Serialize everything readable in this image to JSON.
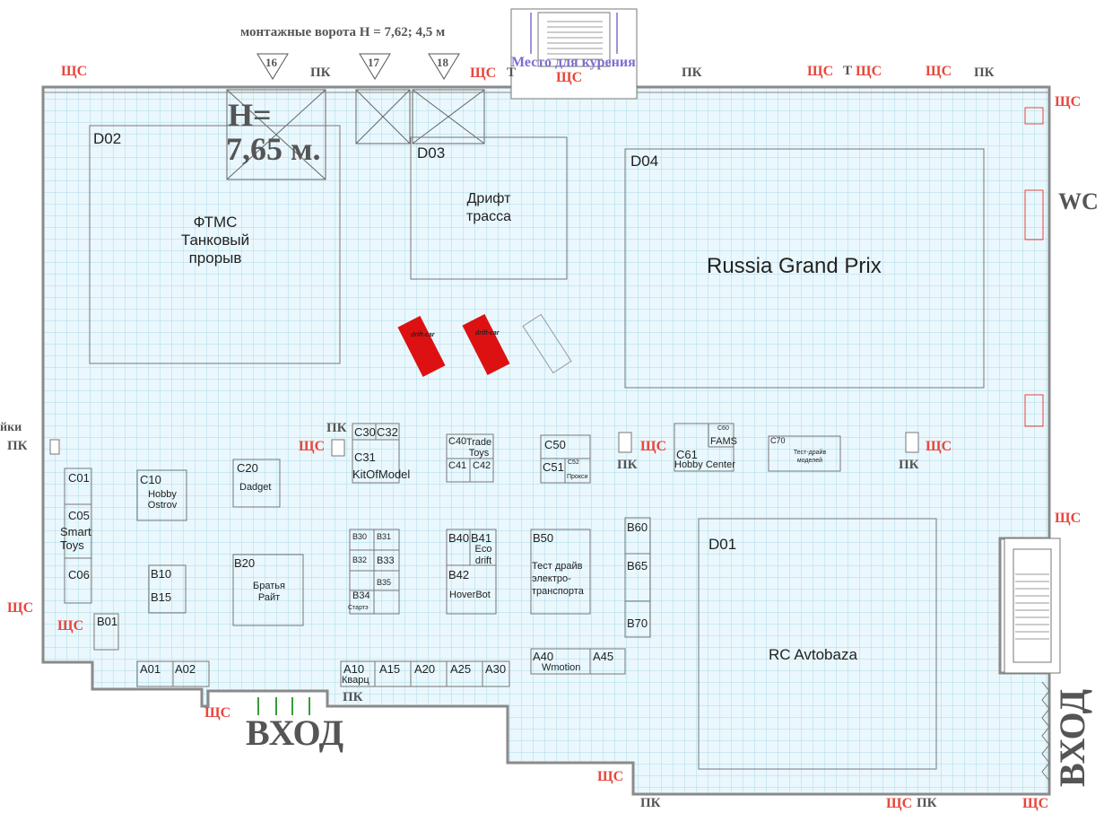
{
  "header": {
    "gate_note": "монтажные ворота H = 7,62; 4,5 м",
    "smoking": "Место для курения",
    "gates": [
      "16",
      "17",
      "18"
    ],
    "height_a": "H=",
    "height_b": "7,65 м."
  },
  "marks": {
    "shc": "ЩС",
    "pk": "ПК",
    "t": "Т",
    "wc": "WC",
    "entrance": "ВХОД",
    "cut_left": "йки"
  },
  "zones": {
    "d02": {
      "code": "D02",
      "lines": [
        "ФТМС",
        "Танковый",
        "прорыв"
      ]
    },
    "d03": {
      "code": "D03",
      "lines": [
        "Дрифт",
        "трасса"
      ]
    },
    "d04": {
      "code": "D04",
      "name": "Russia Grand Prix"
    },
    "d01": {
      "code": "D01",
      "name": "RC Avtobaza"
    }
  },
  "cars": [
    "drift-car",
    "drift-car"
  ],
  "stands": {
    "c01": "C01",
    "c05": "C05",
    "c05_name": [
      "Smart",
      "Toys"
    ],
    "c06": "C06",
    "c10": "C10",
    "c10_name": [
      "Hobby",
      "Ostrov"
    ],
    "c20": "C20",
    "c20_name": "Dadget",
    "c30": "C30",
    "c32": "C32",
    "c31": "C31",
    "c31_name": "KitOfModel",
    "c40": "C40",
    "c40_name": [
      "Trade",
      "Toys"
    ],
    "c41": "C41",
    "c42": "C42",
    "c50": "C50",
    "c51": "C51",
    "c52": "C52",
    "c52_name": "Прокси",
    "c60": "C60",
    "c60_name": "FAMS",
    "c61": "C61",
    "c61_name": "Hobby Center",
    "c70": "C70",
    "c70_name": [
      "Тест-драйв",
      "моделей"
    ],
    "b01": "B01",
    "b10": "B10",
    "b15": "B15",
    "b20": "B20",
    "b20_name": [
      "Братья",
      "Райт"
    ],
    "b30": "B30",
    "b31": "B31",
    "b32": "B32",
    "b33": "B33",
    "b34": "B34",
    "b35": "B35",
    "b34_name": "Стартэ",
    "b40": "B40",
    "b41": "B41",
    "b41_name": [
      "Eco",
      "drift"
    ],
    "b42": "B42",
    "b42_name": "HoverBot",
    "b50": "B50",
    "b50_name": [
      "Тест драйв",
      "электро-",
      "транспорта"
    ],
    "b60": "B60",
    "b65": "B65",
    "b70": "B70",
    "a01": "A01",
    "a02": "A02",
    "a10": "A10",
    "a10_name": "Кварц",
    "a15": "A15",
    "a20": "A20",
    "a25": "A25",
    "a30": "A30",
    "a40": "A40",
    "a40_name": "Wmotion",
    "a45": "A45"
  },
  "colors": {
    "grid": "#a9dbe8",
    "floor": "#eaf7fc",
    "wall": "#8a8a8a",
    "stand_line": "#777777",
    "car": "#dd1111",
    "shc_red": "#e8463c",
    "smoking_purple": "#7a6fd0"
  }
}
